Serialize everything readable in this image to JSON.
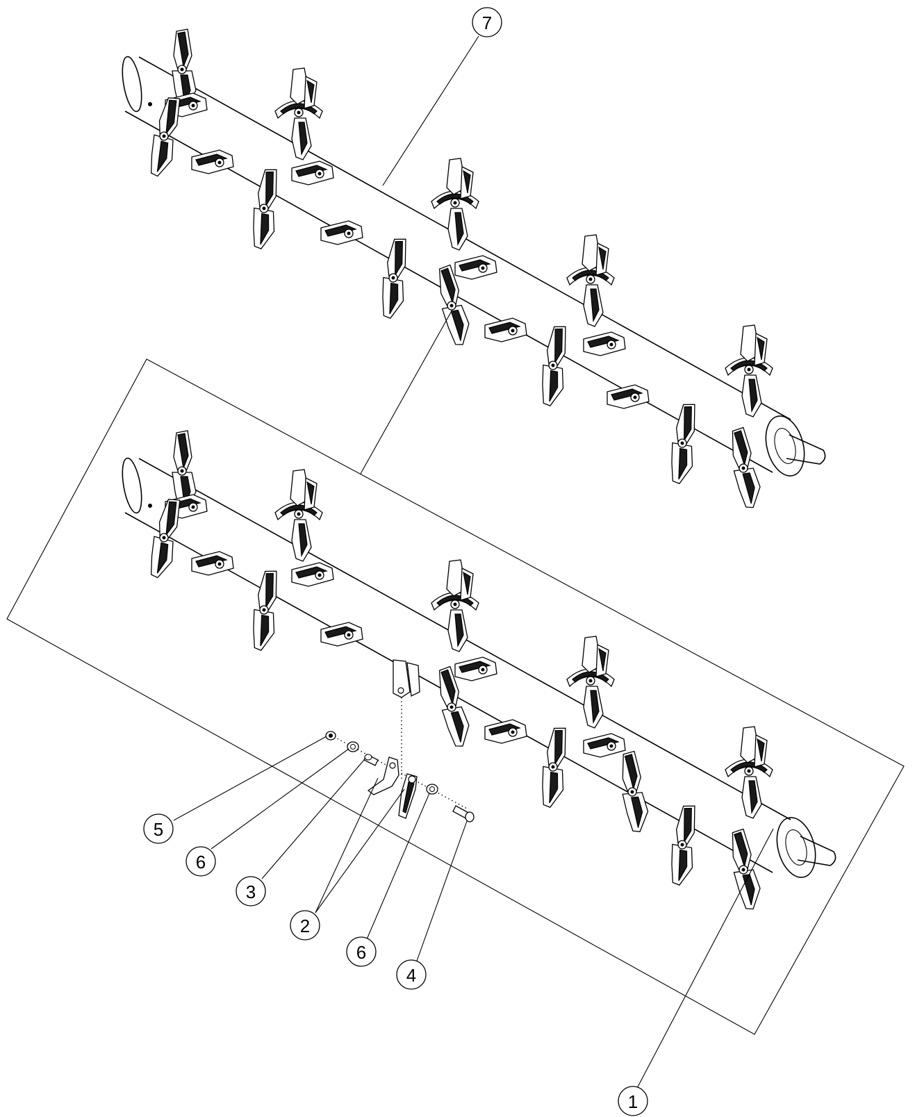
{
  "diagram": {
    "callouts": [
      {
        "id": "callout-7",
        "label": "7"
      },
      {
        "id": "callout-1",
        "label": "1"
      },
      {
        "id": "callout-5",
        "label": "5"
      },
      {
        "id": "callout-6a",
        "label": "6"
      },
      {
        "id": "callout-3",
        "label": "3"
      },
      {
        "id": "callout-2",
        "label": "2"
      },
      {
        "id": "callout-6b",
        "label": "6"
      },
      {
        "id": "callout-4",
        "label": "4"
      }
    ]
  }
}
